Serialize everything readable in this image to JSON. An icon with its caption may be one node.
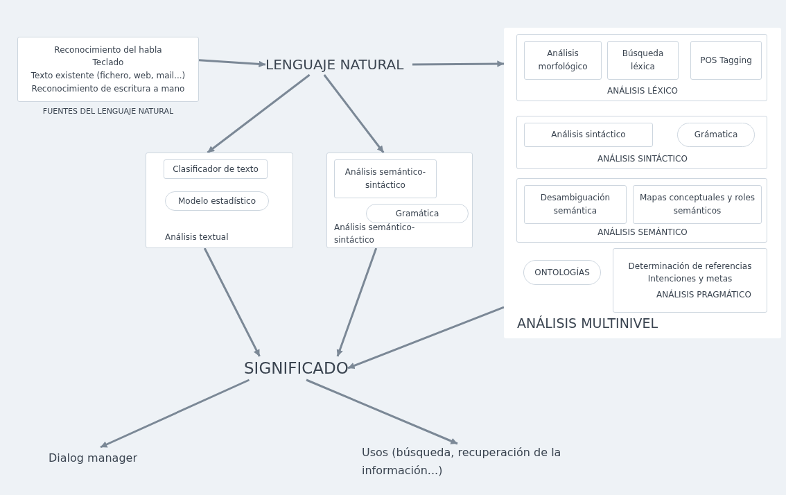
{
  "diagram": {
    "nodes": [
      {
        "text": [
          "Reconocimiento del habla",
          "Teclado",
          "Texto existente (fichero, web, mail...)",
          "Reconocimiento de escritura a mano",
          "FUENTES DEL LENGUAJE NATURAL"
        ]
      },
      {
        "text": [
          "LENGUAJE NATURAL"
        ]
      },
      {
        "text": [
          "Análisis textual"
        ]
      },
      {
        "text": [
          "Clasificador de texto"
        ],
        "in": 2
      },
      {
        "text": [
          "Modelo estadístico"
        ],
        "in": 2
      },
      {
        "text": [
          "Análisis semántico-sintáctico"
        ]
      },
      {
        "text": [
          "Análisis semántico-sintáctico"
        ],
        "in": 5
      },
      {
        "text": [
          "Gramática"
        ],
        "in": 5
      },
      {
        "text": [
          "ANÁLISIS MULTINIVEL"
        ]
      },
      {
        "text": [
          "ANÁLISIS LÉXICO"
        ],
        "in": 8
      },
      {
        "text": [
          "Análisis morfológico"
        ],
        "in": 9
      },
      {
        "text": [
          "Búsqueda léxica"
        ],
        "in": 9
      },
      {
        "text": [
          "POS Tagging"
        ],
        "in": 9
      },
      {
        "text": [
          "ANÁLISIS SINTÁCTICO"
        ],
        "in": 8
      },
      {
        "text": [
          "Análisis sintáctico"
        ],
        "in": 13
      },
      {
        "text": [
          "Grámatica"
        ],
        "in": 13
      },
      {
        "text": [
          "ANÁLISIS SEMÁNTICO"
        ],
        "in": 8
      },
      {
        "text": [
          "Desambiguación semántica"
        ],
        "in": 16
      },
      {
        "text": [
          "Mapas conceptuales y roles semánticos"
        ],
        "in": 16
      },
      {
        "text": [
          "ONTOLOGÍAS"
        ],
        "in": 8
      },
      {
        "text": [
          "Determinación de referencias",
          "Intenciones y metas",
          "ANÁLISIS PRAGMÁTICO"
        ],
        "in": 8
      },
      {
        "text": [
          "SIGNIFICADO"
        ]
      },
      {
        "text": [
          "Dialog manager"
        ]
      },
      {
        "text": [
          "Usos (búsqueda, recuperación de la información...)"
        ]
      }
    ],
    "edges": [
      {
        "from": 0,
        "to": 1,
        "arrow": "to"
      },
      {
        "from": 1,
        "to": 8,
        "arrow": "to"
      },
      {
        "from": 1,
        "to": 2,
        "arrow": "to"
      },
      {
        "from": 1,
        "to": 5,
        "arrow": "to"
      },
      {
        "from": 2,
        "to": 21,
        "arrow": "to"
      },
      {
        "from": 5,
        "to": 21,
        "arrow": "to"
      },
      {
        "from": 8,
        "to": 21,
        "arrow": "to"
      },
      {
        "from": 21,
        "to": 22,
        "arrow": "to"
      },
      {
        "from": 21,
        "to": 23,
        "arrow": "to"
      }
    ]
  }
}
